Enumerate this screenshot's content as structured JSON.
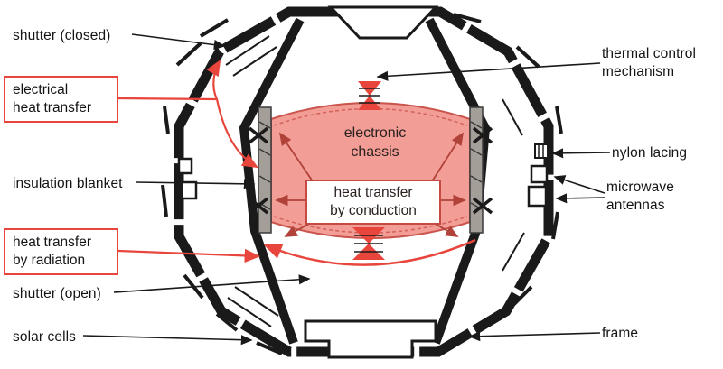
{
  "colors": {
    "accent_red": "#e8453c",
    "chassis_salmon": "#f29d96",
    "frame_black": "#1a1a1a",
    "rail_gray": "#a39e97"
  },
  "labels": {
    "shutter_closed": "shutter (closed)",
    "electrical_heat_transfer": "electrical\nheat transfer",
    "insulation_blanket": "insulation blanket",
    "heat_transfer_by_radiation": "heat transfer\nby radiation",
    "shutter_open": "shutter (open)",
    "solar_cells": "solar cells",
    "thermal_control_mechanism": "thermal control\nmechanism",
    "nylon_lacing": "nylon lacing",
    "microwave_antennas": "microwave\nantennas",
    "frame": "frame"
  },
  "diagram": {
    "electronic_chassis": "electronic\nchassis",
    "heat_transfer_by_conduction": "heat transfer\nby conduction"
  }
}
